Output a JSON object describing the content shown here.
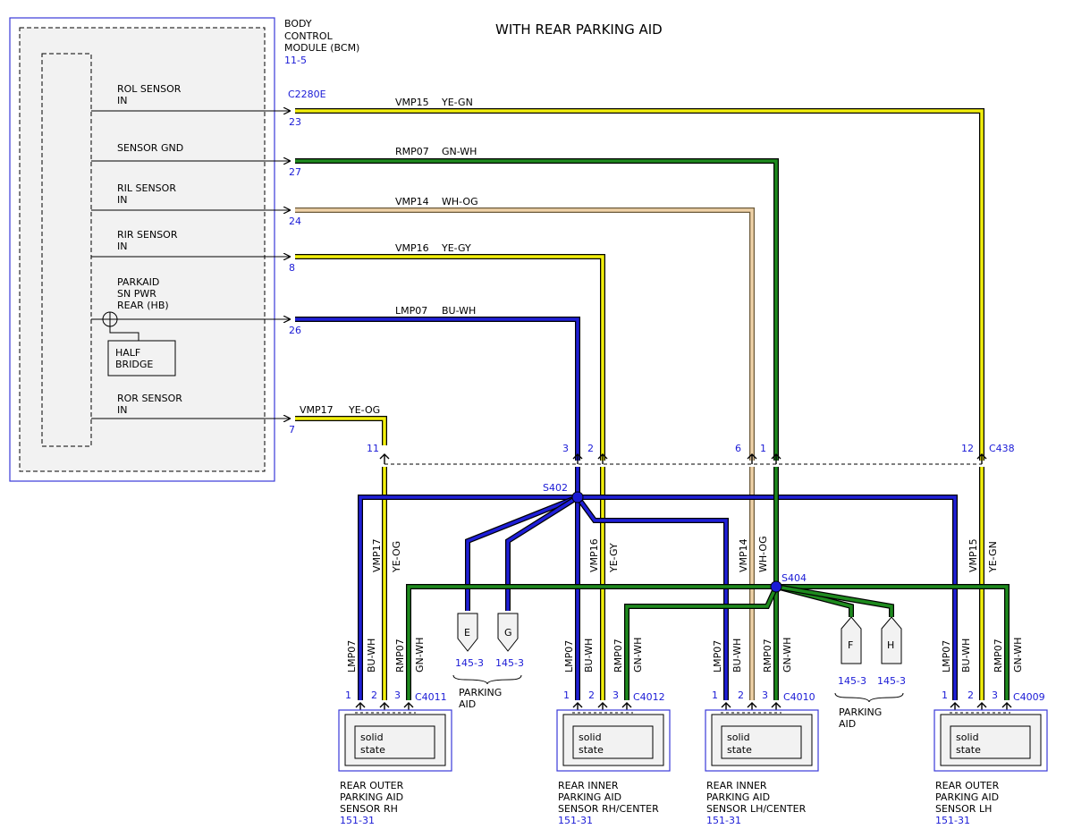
{
  "title": "WITH REAR PARKING AID",
  "colors": {
    "bu": "#1f1fd8",
    "ye": "#f2ef0c",
    "gn": "#1e8a1e",
    "wh_og": "#efd2a8",
    "frame_blue": "#3a3ad8",
    "link_blue": "#1a1ad6"
  },
  "bcm": {
    "name_line1": "BODY",
    "name_line2": "CONTROL",
    "name_line3": "MODULE (BCM)",
    "ref": "11-5",
    "connector": "C2280E",
    "half_bridge_line1": "HALF",
    "half_bridge_line2": "BRIDGE",
    "icon": "half-bridge-symbol-icon",
    "signals": [
      {
        "line1": "ROL SENSOR",
        "line2": "IN",
        "pin": "23",
        "circuit": "VMP15",
        "color": "YE-GN"
      },
      {
        "line1": "SENSOR GND",
        "line2": "",
        "pin": "27",
        "circuit": "RMP07",
        "color": "GN-WH"
      },
      {
        "line1": "RIL SENSOR",
        "line2": "IN",
        "pin": "24",
        "circuit": "VMP14",
        "color": "WH-OG"
      },
      {
        "line1": "RIR SENSOR",
        "line2": "IN",
        "pin": "8",
        "circuit": "VMP16",
        "color": "YE-GY"
      },
      {
        "line1": "PARKAID",
        "line2": "SN PWR",
        "line3": "REAR (HB)",
        "pin": "26",
        "circuit": "LMP07",
        "color": "BU-WH"
      },
      {
        "line1": "ROR SENSOR",
        "line2": "IN",
        "pin": "7",
        "circuit": "VMP17",
        "color": "YE-OG"
      }
    ]
  },
  "c438": {
    "label": "C438",
    "pins": [
      "11",
      "3",
      "2",
      "6",
      "1",
      "12"
    ]
  },
  "splices": {
    "s402": "S402",
    "s404": "S404"
  },
  "vertical_labels": {
    "vmp17": "VMP17",
    "ye_og": "YE-OG",
    "vmp16": "VMP16",
    "ye_gy": "YE-GY",
    "vmp14": "VMP14",
    "wh_og": "WH-OG",
    "vmp15": "VMP15",
    "ye_gn": "YE-GN"
  },
  "parking_aid_refs": {
    "left": {
      "e": "E",
      "g": "G",
      "e_ref": "145-3",
      "g_ref": "145-3",
      "label_line1": "PARKING",
      "label_line2": "AID"
    },
    "right": {
      "f": "F",
      "h": "H",
      "f_ref": "145-3",
      "h_ref": "145-3",
      "label_line1": "PARKING",
      "label_line2": "AID"
    }
  },
  "sensors": [
    {
      "connector": "C4011",
      "pins": [
        "1",
        "2",
        "3"
      ],
      "wires": [
        "LMP07",
        "BU-WH",
        "RMP07",
        "GN-WH"
      ],
      "signal_label": "VMP17  YE-OG",
      "inner_line1": "solid",
      "inner_line2": "state",
      "name_line1": "REAR OUTER",
      "name_line2": "PARKING AID",
      "name_line3": "SENSOR RH",
      "ref": "151-31"
    },
    {
      "connector": "C4012",
      "pins": [
        "1",
        "2",
        "3"
      ],
      "wires": [
        "LMP07",
        "BU-WH",
        "RMP07",
        "GN-WH"
      ],
      "inner_line1": "solid",
      "inner_line2": "state",
      "name_line1": "REAR INNER",
      "name_line2": "PARKING AID",
      "name_line3": "SENSOR RH/CENTER",
      "ref": "151-31"
    },
    {
      "connector": "C4010",
      "pins": [
        "1",
        "2",
        "3"
      ],
      "wires": [
        "LMP07",
        "BU-WH",
        "RMP07",
        "GN-WH"
      ],
      "inner_line1": "solid",
      "inner_line2": "state",
      "name_line1": "REAR INNER",
      "name_line2": "PARKING AID",
      "name_line3": "SENSOR LH/CENTER",
      "ref": "151-31"
    },
    {
      "connector": "C4009",
      "pins": [
        "1",
        "2",
        "3"
      ],
      "wires": [
        "LMP07",
        "BU-WH",
        "RMP07",
        "GN-WH"
      ],
      "inner_line1": "solid",
      "inner_line2": "state",
      "name_line1": "REAR OUTER",
      "name_line2": "PARKING AID",
      "name_line3": "SENSOR LH",
      "ref": "151-31"
    }
  ]
}
